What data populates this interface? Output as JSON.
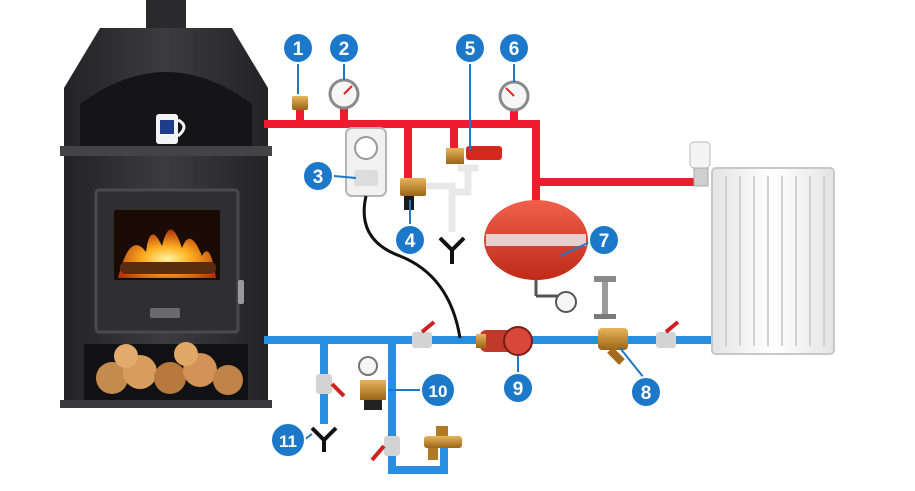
{
  "colors": {
    "hot_pipe": "#ee1c2e",
    "cold_pipe": "#2a8ee0",
    "callout": "#1c78c8",
    "callout_stroke": "#ffffff",
    "stove_dark": "#2b2b2d",
    "stove_mid": "#3a3a3d",
    "brass": "#c98a2c",
    "vessel": "#e0442e",
    "radiator": "#f2f2f2"
  },
  "callouts": [
    {
      "num": "1",
      "part": "air-vent"
    },
    {
      "num": "2",
      "part": "pressure-gauge"
    },
    {
      "num": "3",
      "part": "pump-thermostat"
    },
    {
      "num": "4",
      "part": "thermal-discharge-valve"
    },
    {
      "num": "5",
      "part": "safety-valve"
    },
    {
      "num": "6",
      "part": "thermometer"
    },
    {
      "num": "7",
      "part": "expansion-vessel"
    },
    {
      "num": "8",
      "part": "strainer-filter"
    },
    {
      "num": "9",
      "part": "circulation-pump"
    },
    {
      "num": "10",
      "part": "pressure-reducer"
    },
    {
      "num": "11",
      "part": "drain"
    }
  ]
}
